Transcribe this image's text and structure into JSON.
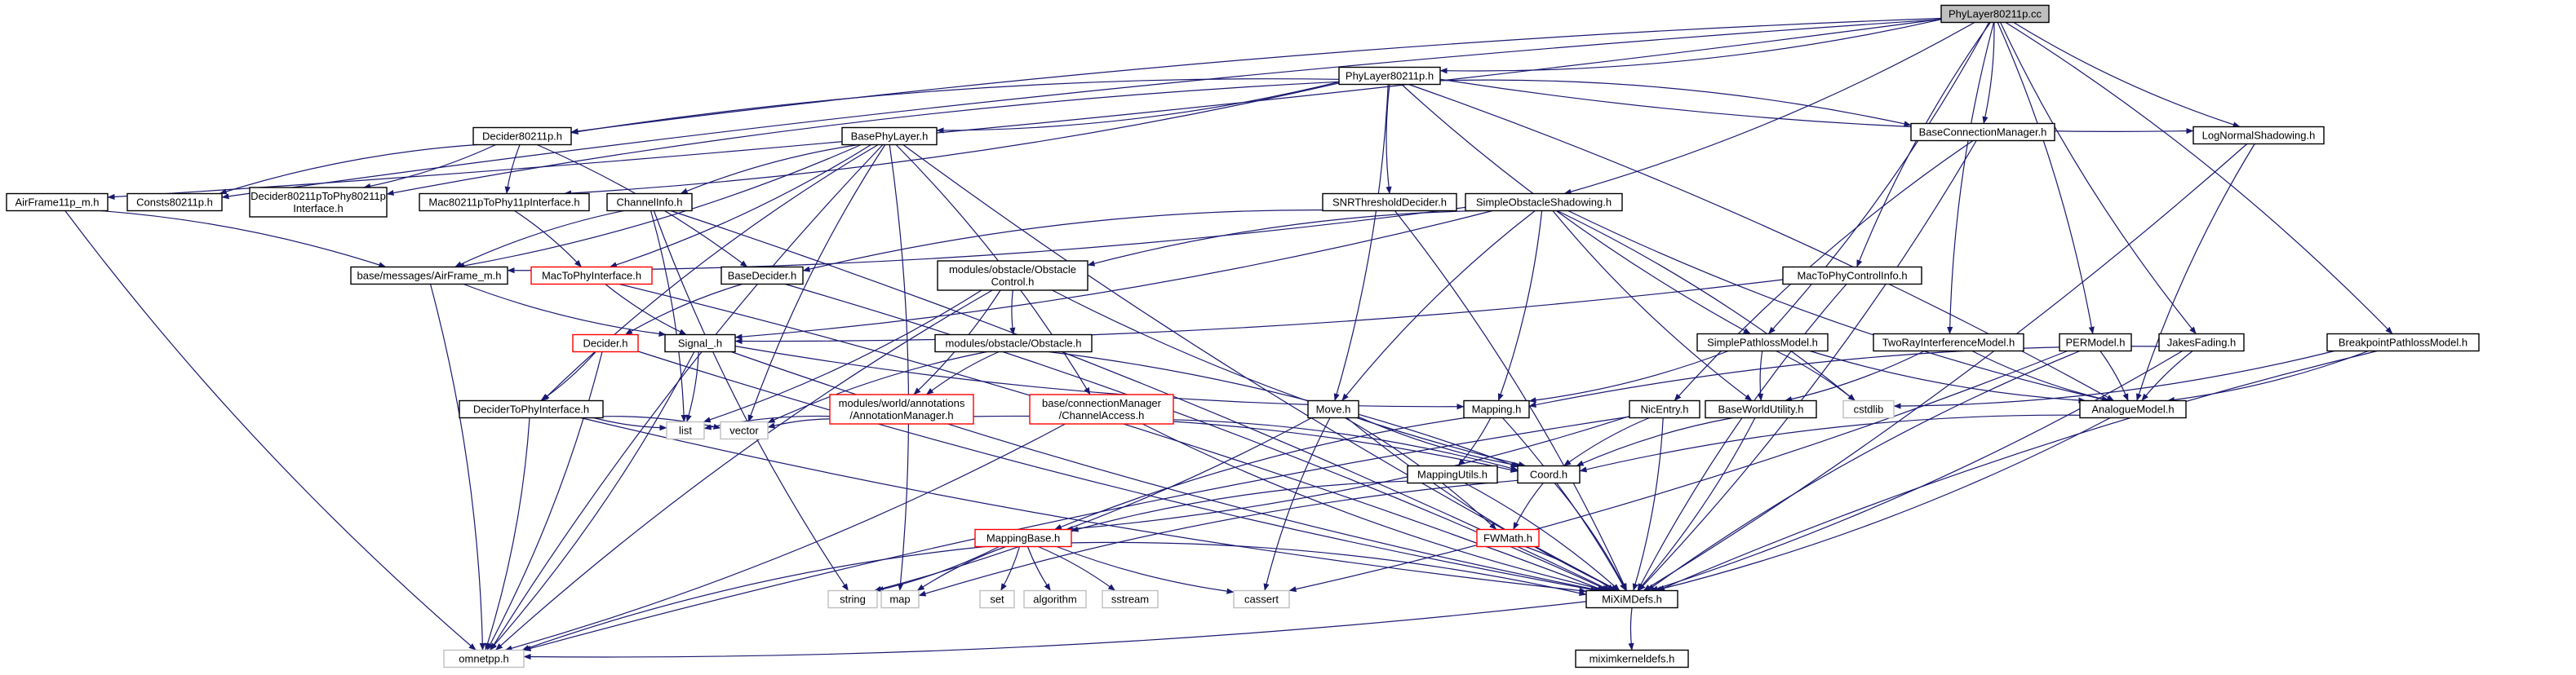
{
  "colors": {
    "edge": "#191970",
    "box_border_default": "#000000",
    "box_border_incomplete": "#ff0000",
    "box_border_external": "#bfbfbf",
    "root_fill": "#bfbfbf",
    "box_fill": "#ffffff"
  },
  "nodes": [
    {
      "id": "phylayer80211p_cc",
      "lines": [
        "PhyLayer80211p.cc"
      ],
      "style": "root"
    },
    {
      "id": "phylayer80211p_h",
      "lines": [
        "PhyLayer80211p.h"
      ],
      "style": "normal"
    },
    {
      "id": "decider80211p_h",
      "lines": [
        "Decider80211p.h"
      ],
      "style": "normal"
    },
    {
      "id": "basephylayer_h",
      "lines": [
        "BasePhyLayer.h"
      ],
      "style": "normal"
    },
    {
      "id": "baseconnectionmanager_h",
      "lines": [
        "BaseConnectionManager.h"
      ],
      "style": "normal"
    },
    {
      "id": "lognormalshadowing_h",
      "lines": [
        "LogNormalShadowing.h"
      ],
      "style": "normal"
    },
    {
      "id": "airframe11p_m_h",
      "lines": [
        "AirFrame11p_m.h"
      ],
      "style": "normal"
    },
    {
      "id": "consts80211p_h",
      "lines": [
        "Consts80211p.h"
      ],
      "style": "normal"
    },
    {
      "id": "decider80211ptophy_h",
      "lines": [
        "Decider80211pToPhy80211p",
        "Interface.h"
      ],
      "style": "normal"
    },
    {
      "id": "mac80211ptophy11p_h",
      "lines": [
        "Mac80211pToPhy11pInterface.h"
      ],
      "style": "normal"
    },
    {
      "id": "channelinfo_h",
      "lines": [
        "ChannelInfo.h"
      ],
      "style": "normal"
    },
    {
      "id": "snrthresholddecider_h",
      "lines": [
        "SNRThresholdDecider.h"
      ],
      "style": "normal"
    },
    {
      "id": "simpleobstacleshadowing_h",
      "lines": [
        "SimpleObstacleShadowing.h"
      ],
      "style": "normal"
    },
    {
      "id": "airframe_m_h",
      "lines": [
        "base/messages/AirFrame_m.h"
      ],
      "style": "normal"
    },
    {
      "id": "mactophyinterface_h",
      "lines": [
        "MacToPhyInterface.h"
      ],
      "style": "incomplete"
    },
    {
      "id": "basedecider_h",
      "lines": [
        "BaseDecider.h"
      ],
      "style": "normal"
    },
    {
      "id": "obstaclecontrol_h",
      "lines": [
        "modules/obstacle/Obstacle",
        "Control.h"
      ],
      "style": "normal"
    },
    {
      "id": "mactophycontrolinfo_h",
      "lines": [
        "MacToPhyControlInfo.h"
      ],
      "style": "normal"
    },
    {
      "id": "decider_h",
      "lines": [
        "Decider.h"
      ],
      "style": "incomplete"
    },
    {
      "id": "signal_h",
      "lines": [
        "Signal_.h"
      ],
      "style": "normal"
    },
    {
      "id": "obstacle_h",
      "lines": [
        "modules/obstacle/Obstacle.h"
      ],
      "style": "normal"
    },
    {
      "id": "simplepathlossmodel_h",
      "lines": [
        "SimplePathlossModel.h"
      ],
      "style": "normal"
    },
    {
      "id": "tworayinterferencemodel_h",
      "lines": [
        "TwoRayInterferenceModel.h"
      ],
      "style": "normal"
    },
    {
      "id": "permodel_h",
      "lines": [
        "PERModel.h"
      ],
      "style": "normal"
    },
    {
      "id": "jakesfading_h",
      "lines": [
        "JakesFading.h"
      ],
      "style": "normal"
    },
    {
      "id": "breakpointpathlossmodel_h",
      "lines": [
        "BreakpointPathlossModel.h"
      ],
      "style": "normal"
    },
    {
      "id": "decidertophyinterface_h",
      "lines": [
        "DeciderToPhyInterface.h"
      ],
      "style": "normal"
    },
    {
      "id": "annotationmanager_h",
      "lines": [
        "modules/world/annotations",
        "/AnnotationManager.h"
      ],
      "style": "incomplete"
    },
    {
      "id": "channelaccess_h",
      "lines": [
        "base/connectionManager",
        "/ChannelAccess.h"
      ],
      "style": "incomplete"
    },
    {
      "id": "move_h",
      "lines": [
        "Move.h"
      ],
      "style": "normal"
    },
    {
      "id": "mapping_h",
      "lines": [
        "Mapping.h"
      ],
      "style": "normal"
    },
    {
      "id": "nicentry_h",
      "lines": [
        "NicEntry.h"
      ],
      "style": "normal"
    },
    {
      "id": "baseworldutility_h",
      "lines": [
        "BaseWorldUtility.h"
      ],
      "style": "normal"
    },
    {
      "id": "cstdlib",
      "lines": [
        "cstdlib"
      ],
      "style": "external"
    },
    {
      "id": "analoguemodel_h",
      "lines": [
        "AnalogueModel.h"
      ],
      "style": "normal"
    },
    {
      "id": "list",
      "lines": [
        "list"
      ],
      "style": "external"
    },
    {
      "id": "vector",
      "lines": [
        "vector"
      ],
      "style": "external"
    },
    {
      "id": "mappingutils_h",
      "lines": [
        "MappingUtils.h"
      ],
      "style": "normal"
    },
    {
      "id": "coord_h",
      "lines": [
        "Coord.h"
      ],
      "style": "normal"
    },
    {
      "id": "mappingbase_h",
      "lines": [
        "MappingBase.h"
      ],
      "style": "incomplete"
    },
    {
      "id": "fwmath_h",
      "lines": [
        "FWMath.h"
      ],
      "style": "incomplete"
    },
    {
      "id": "string",
      "lines": [
        "string"
      ],
      "style": "external"
    },
    {
      "id": "map",
      "lines": [
        "map"
      ],
      "style": "external"
    },
    {
      "id": "set",
      "lines": [
        "set"
      ],
      "style": "external"
    },
    {
      "id": "algorithm",
      "lines": [
        "algorithm"
      ],
      "style": "external"
    },
    {
      "id": "sstream",
      "lines": [
        "sstream"
      ],
      "style": "external"
    },
    {
      "id": "cassert",
      "lines": [
        "cassert"
      ],
      "style": "external"
    },
    {
      "id": "miximdefs_h",
      "lines": [
        "MiXiMDefs.h"
      ],
      "style": "normal"
    },
    {
      "id": "omnetpp_h",
      "lines": [
        "omnetpp.h"
      ],
      "style": "external"
    },
    {
      "id": "miximkerneldefs_h",
      "lines": [
        "miximkerneldefs.h"
      ],
      "style": "normal"
    }
  ],
  "edges": [
    [
      "phylayer80211p_cc",
      "phylayer80211p_h"
    ],
    [
      "phylayer80211p_cc",
      "decider80211p_h"
    ],
    [
      "phylayer80211p_cc",
      "airframe11p_m_h"
    ],
    [
      "phylayer80211p_cc",
      "consts80211p_h"
    ],
    [
      "phylayer80211p_cc",
      "baseconnectionmanager_h"
    ],
    [
      "phylayer80211p_cc",
      "lognormalshadowing_h"
    ],
    [
      "phylayer80211p_cc",
      "simpleobstacleshadowing_h"
    ],
    [
      "phylayer80211p_cc",
      "mactophycontrolinfo_h"
    ],
    [
      "phylayer80211p_cc",
      "simplepathlossmodel_h"
    ],
    [
      "phylayer80211p_cc",
      "tworayinterferencemodel_h"
    ],
    [
      "phylayer80211p_cc",
      "permodel_h"
    ],
    [
      "phylayer80211p_cc",
      "jakesfading_h"
    ],
    [
      "phylayer80211p_cc",
      "breakpointpathlossmodel_h"
    ],
    [
      "phylayer80211p_h",
      "decider80211p_h"
    ],
    [
      "phylayer80211p_h",
      "basephylayer_h"
    ],
    [
      "phylayer80211p_h",
      "decider80211ptophy_h"
    ],
    [
      "phylayer80211p_h",
      "mac80211ptophy11p_h"
    ],
    [
      "phylayer80211p_h",
      "snrthresholddecider_h"
    ],
    [
      "phylayer80211p_h",
      "move_h"
    ],
    [
      "phylayer80211p_h",
      "simplepathlossmodel_h"
    ],
    [
      "phylayer80211p_h",
      "baseconnectionmanager_h"
    ],
    [
      "phylayer80211p_h",
      "lognormalshadowing_h"
    ],
    [
      "phylayer80211p_h",
      "analoguemodel_h"
    ],
    [
      "decider80211p_h",
      "consts80211p_h"
    ],
    [
      "decider80211p_h",
      "decider80211ptophy_h"
    ],
    [
      "decider80211p_h",
      "mac80211ptophy11p_h"
    ],
    [
      "decider80211p_h",
      "basedecider_h"
    ],
    [
      "basephylayer_h",
      "channelinfo_h"
    ],
    [
      "basephylayer_h",
      "mactophyinterface_h"
    ],
    [
      "basephylayer_h",
      "decidertophyinterface_h"
    ],
    [
      "basephylayer_h",
      "channelaccess_h"
    ],
    [
      "basephylayer_h",
      "vector"
    ],
    [
      "basephylayer_h",
      "map"
    ],
    [
      "basephylayer_h",
      "miximdefs_h"
    ],
    [
      "basephylayer_h",
      "airframe_m_h"
    ],
    [
      "basephylayer_h",
      "omnetpp_h"
    ],
    [
      "airframe11p_m_h",
      "airframe_m_h"
    ],
    [
      "airframe11p_m_h",
      "omnetpp_h"
    ],
    [
      "mac80211ptophy11p_h",
      "mactophyinterface_h"
    ],
    [
      "channelinfo_h",
      "airframe_m_h"
    ],
    [
      "channelinfo_h",
      "list"
    ],
    [
      "channelinfo_h",
      "string"
    ],
    [
      "channelinfo_h",
      "miximdefs_h"
    ],
    [
      "snrthresholddecider_h",
      "basedecider_h"
    ],
    [
      "snrthresholddecider_h",
      "miximdefs_h"
    ],
    [
      "simpleobstacleshadowing_h",
      "obstaclecontrol_h"
    ],
    [
      "simpleobstacleshadowing_h",
      "airframe_m_h"
    ],
    [
      "simpleobstacleshadowing_h",
      "move_h"
    ],
    [
      "simpleobstacleshadowing_h",
      "mapping_h"
    ],
    [
      "simpleobstacleshadowing_h",
      "baseworldutility_h"
    ],
    [
      "simpleobstacleshadowing_h",
      "signal_h"
    ],
    [
      "simpleobstacleshadowing_h",
      "analoguemodel_h"
    ],
    [
      "simpleobstacleshadowing_h",
      "cstdlib"
    ],
    [
      "airframe_m_h",
      "signal_h"
    ],
    [
      "airframe_m_h",
      "omnetpp_h"
    ],
    [
      "mactophyinterface_h",
      "signal_h"
    ],
    [
      "mactophyinterface_h",
      "miximdefs_h"
    ],
    [
      "basedecider_h",
      "decider_h"
    ],
    [
      "basedecider_h",
      "miximdefs_h"
    ],
    [
      "obstaclecontrol_h",
      "obstacle_h"
    ],
    [
      "obstaclecontrol_h",
      "annotationmanager_h"
    ],
    [
      "obstaclecontrol_h",
      "coord_h"
    ],
    [
      "obstaclecontrol_h",
      "list"
    ],
    [
      "obstaclecontrol_h",
      "omnetpp_h"
    ],
    [
      "mactophycontrolinfo_h",
      "signal_h"
    ],
    [
      "mactophycontrolinfo_h",
      "miximdefs_h"
    ],
    [
      "decider_h",
      "decidertophyinterface_h"
    ],
    [
      "decider_h",
      "miximdefs_h"
    ],
    [
      "decider_h",
      "omnetpp_h"
    ],
    [
      "signal_h",
      "mapping_h"
    ],
    [
      "signal_h",
      "list"
    ],
    [
      "signal_h",
      "miximdefs_h"
    ],
    [
      "signal_h",
      "omnetpp_h"
    ],
    [
      "obstacle_h",
      "annotationmanager_h"
    ],
    [
      "obstacle_h",
      "coord_h"
    ],
    [
      "obstacle_h",
      "vector"
    ],
    [
      "simplepathlossmodel_h",
      "mapping_h"
    ],
    [
      "simplepathlossmodel_h",
      "baseworldutility_h"
    ],
    [
      "simplepathlossmodel_h",
      "cstdlib"
    ],
    [
      "simplepathlossmodel_h",
      "analoguemodel_h"
    ],
    [
      "tworayinterferencemodel_h",
      "baseworldutility_h"
    ],
    [
      "tworayinterferencemodel_h",
      "analoguemodel_h"
    ],
    [
      "permodel_h",
      "analoguemodel_h"
    ],
    [
      "permodel_h",
      "miximdefs_h"
    ],
    [
      "permodel_h",
      "cassert"
    ],
    [
      "jakesfading_h",
      "analoguemodel_h"
    ],
    [
      "jakesfading_h",
      "miximdefs_h"
    ],
    [
      "jakesfading_h",
      "mapping_h"
    ],
    [
      "breakpointpathlossmodel_h",
      "analoguemodel_h"
    ],
    [
      "breakpointpathlossmodel_h",
      "miximdefs_h"
    ],
    [
      "breakpointpathlossmodel_h",
      "cstdlib"
    ],
    [
      "baseconnectionmanager_h",
      "nicentry_h"
    ],
    [
      "baseconnectionmanager_h",
      "miximdefs_h"
    ],
    [
      "lognormalshadowing_h",
      "analoguemodel_h"
    ],
    [
      "lognormalshadowing_h",
      "miximdefs_h"
    ],
    [
      "decidertophyinterface_h",
      "list"
    ],
    [
      "decidertophyinterface_h",
      "vector"
    ],
    [
      "decidertophyinterface_h",
      "miximdefs_h"
    ],
    [
      "decidertophyinterface_h",
      "omnetpp_h"
    ],
    [
      "annotationmanager_h",
      "list"
    ],
    [
      "annotationmanager_h",
      "coord_h"
    ],
    [
      "annotationmanager_h",
      "vector"
    ],
    [
      "channelaccess_h",
      "coord_h"
    ],
    [
      "channelaccess_h",
      "miximdefs_h"
    ],
    [
      "channelaccess_h",
      "omnetpp_h"
    ],
    [
      "move_h",
      "coord_h"
    ],
    [
      "move_h",
      "fwmath_h"
    ],
    [
      "move_h",
      "miximdefs_h"
    ],
    [
      "move_h",
      "string"
    ],
    [
      "move_h",
      "cassert"
    ],
    [
      "mapping_h",
      "mappingutils_h"
    ],
    [
      "mapping_h",
      "mappingbase_h"
    ],
    [
      "mapping_h",
      "miximdefs_h"
    ],
    [
      "nicentry_h",
      "coord_h"
    ],
    [
      "nicentry_h",
      "miximdefs_h"
    ],
    [
      "nicentry_h",
      "omnetpp_h"
    ],
    [
      "nicentry_h",
      "mappingbase_h"
    ],
    [
      "baseworldutility_h",
      "coord_h"
    ],
    [
      "baseworldutility_h",
      "miximdefs_h"
    ],
    [
      "analoguemodel_h",
      "coord_h"
    ],
    [
      "analoguemodel_h",
      "miximdefs_h"
    ],
    [
      "mappingutils_h",
      "mappingbase_h"
    ],
    [
      "mappingutils_h",
      "miximdefs_h"
    ],
    [
      "coord_h",
      "fwmath_h"
    ],
    [
      "coord_h",
      "miximdefs_h"
    ],
    [
      "coord_h",
      "map"
    ],
    [
      "mappingbase_h",
      "string"
    ],
    [
      "mappingbase_h",
      "map"
    ],
    [
      "mappingbase_h",
      "set"
    ],
    [
      "mappingbase_h",
      "algorithm"
    ],
    [
      "mappingbase_h",
      "sstream"
    ],
    [
      "mappingbase_h",
      "cassert"
    ],
    [
      "mappingbase_h",
      "miximdefs_h"
    ],
    [
      "mappingbase_h",
      "omnetpp_h"
    ],
    [
      "fwmath_h",
      "miximdefs_h"
    ],
    [
      "miximdefs_h",
      "miximkerneldefs_h"
    ],
    [
      "miximdefs_h",
      "omnetpp_h"
    ]
  ]
}
